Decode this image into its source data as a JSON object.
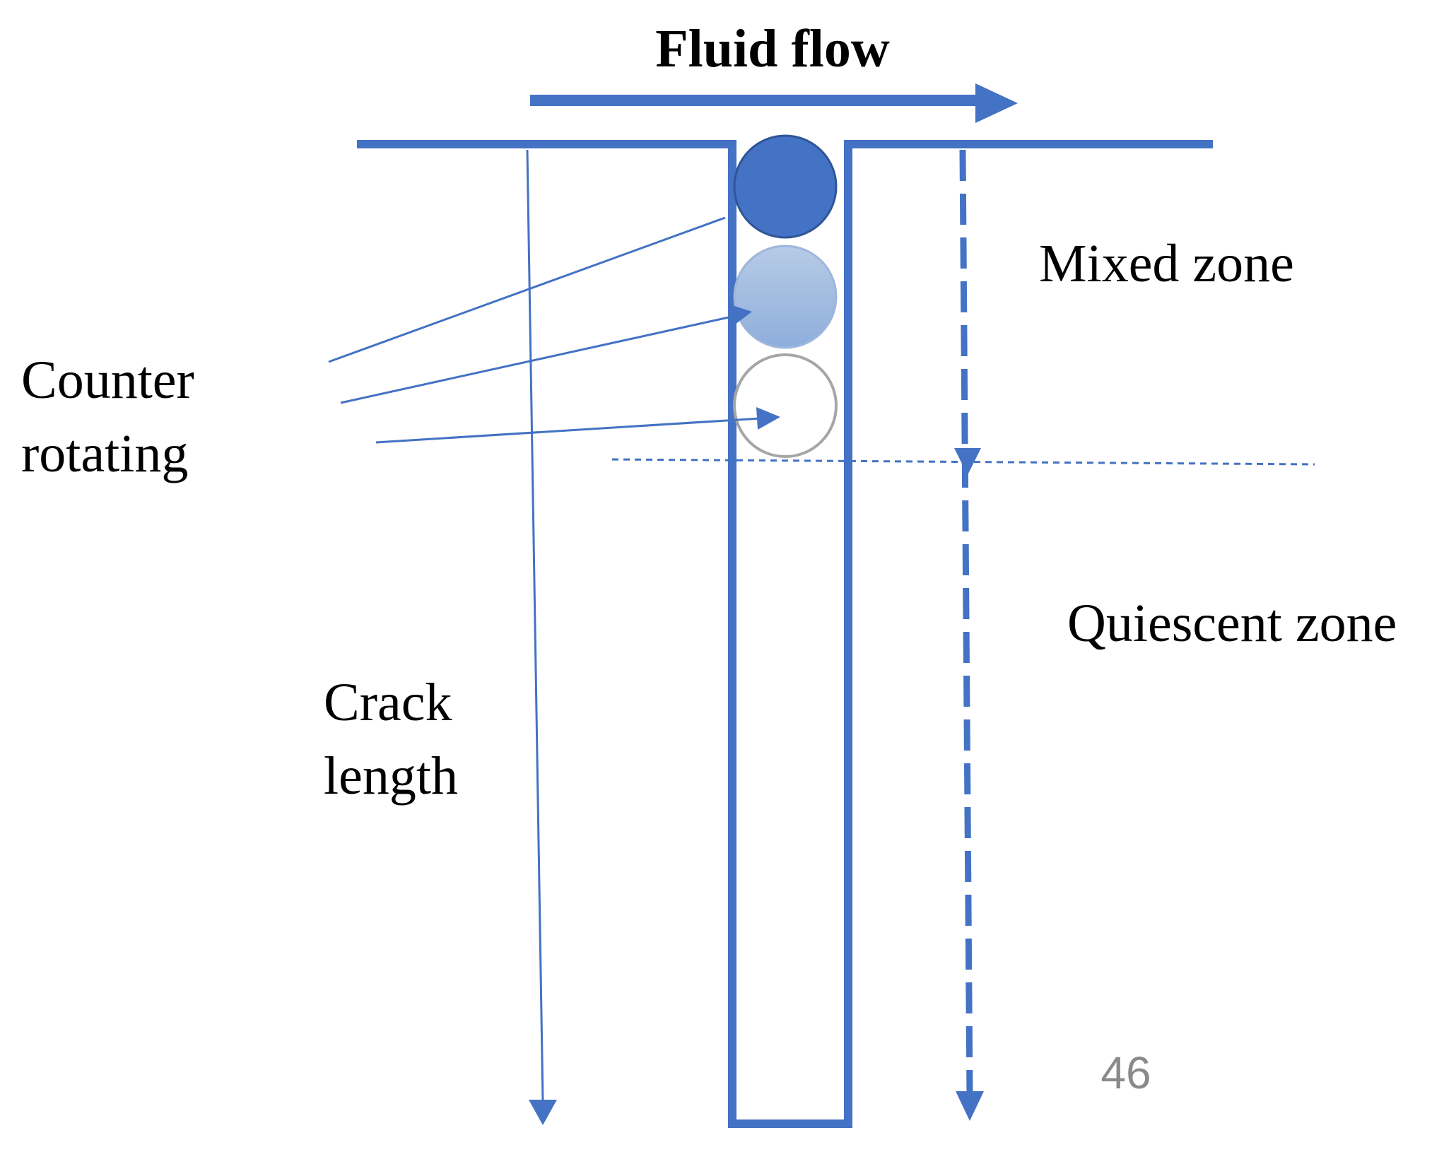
{
  "diagram": {
    "title": "Fluid flow",
    "labels": {
      "mixed_zone": "Mixed zone",
      "quiescent_zone": "Quiescent zone",
      "counter_rotating_line1": "Counter",
      "counter_rotating_line2": "rotating",
      "crack_length_line1": "Crack",
      "crack_length_line2": "length"
    },
    "page_number": "46",
    "colors": {
      "line_blue": "#4472c4",
      "vortex_dark": "#4472c4",
      "vortex_light_top": "#b7cbe6",
      "vortex_light_bottom": "#8eaedb",
      "vortex_outline_gray": "#a6a6a6",
      "page_number_gray": "#8a8a8a"
    }
  }
}
